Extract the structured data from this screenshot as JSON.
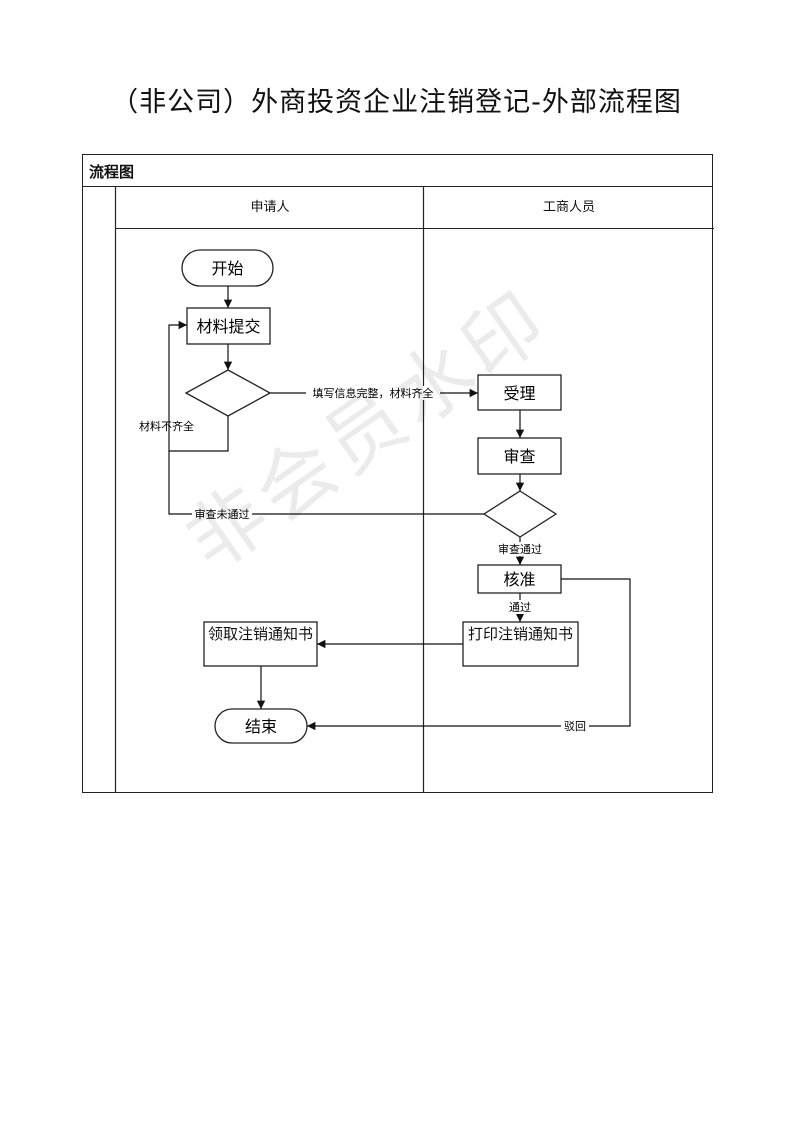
{
  "page": {
    "title": "（非公司）外商投资企业注销登记-外部流程图"
  },
  "frame": {
    "header": "流程图"
  },
  "lanes": [
    {
      "label": "申请人"
    },
    {
      "label": "工商人员"
    }
  ],
  "nodes": {
    "start": "开始",
    "submit": "材料提交",
    "accept": "受理",
    "review": "审查",
    "approve": "核准",
    "print": "打印注销通知书",
    "collect": "领取注销通知书",
    "end": "结束"
  },
  "edge_labels": {
    "complete": "填写信息完整，材料齐全",
    "incomplete": "材料不齐全",
    "review_failed": "审查未通过",
    "review_passed": "审查通过",
    "passed": "通过",
    "rejected": "驳回"
  },
  "watermark": "非会员水印"
}
